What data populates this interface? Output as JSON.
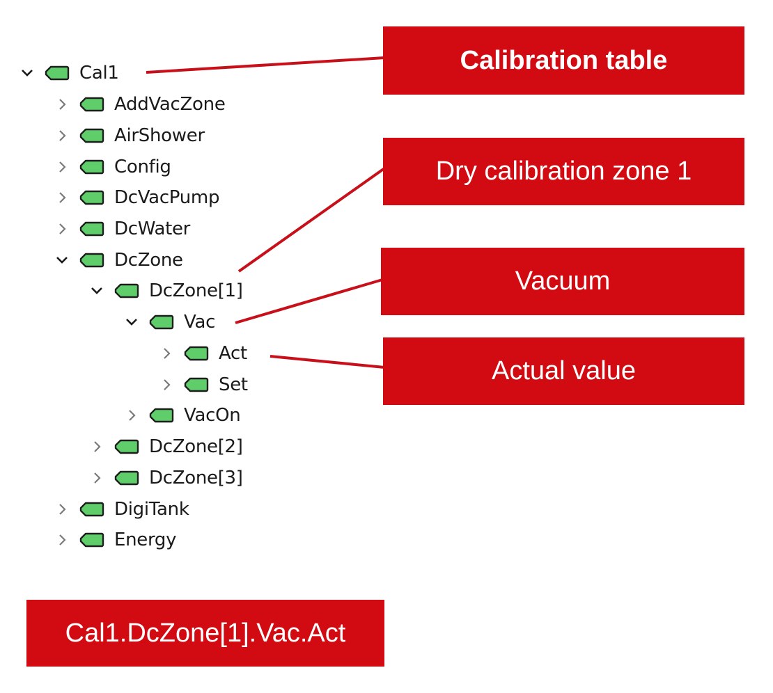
{
  "tree": {
    "items": [
      {
        "label": "Cal1",
        "expanded": true
      },
      {
        "label": "AddVacZone",
        "expanded": false
      },
      {
        "label": "AirShower",
        "expanded": false
      },
      {
        "label": "Config",
        "expanded": false
      },
      {
        "label": "DcVacPump",
        "expanded": false
      },
      {
        "label": "DcWater",
        "expanded": false
      },
      {
        "label": "DcZone",
        "expanded": true
      },
      {
        "label": "DcZone[1]",
        "expanded": true
      },
      {
        "label": "Vac",
        "expanded": true
      },
      {
        "label": "Act",
        "expanded": false
      },
      {
        "label": "Set",
        "expanded": false
      },
      {
        "label": "VacOn",
        "expanded": false
      },
      {
        "label": "DcZone[2]",
        "expanded": false
      },
      {
        "label": "DcZone[3]",
        "expanded": false
      },
      {
        "label": "DigiTank",
        "expanded": false
      },
      {
        "label": "Energy",
        "expanded": false
      }
    ],
    "tag_color": "#5fce6a",
    "tag_outline": "#1e1e1e"
  },
  "callouts": {
    "calibration_table": "Calibration table",
    "dry_calibration_zone": "Dry calibration zone 1",
    "vacuum": "Vacuum",
    "actual_value": "Actual value",
    "path": "Cal1.DcZone[1].Vac.Act"
  },
  "colors": {
    "callout_bg": "#d20a11",
    "callout_text": "#ffffff",
    "connector": "#c8101a"
  }
}
